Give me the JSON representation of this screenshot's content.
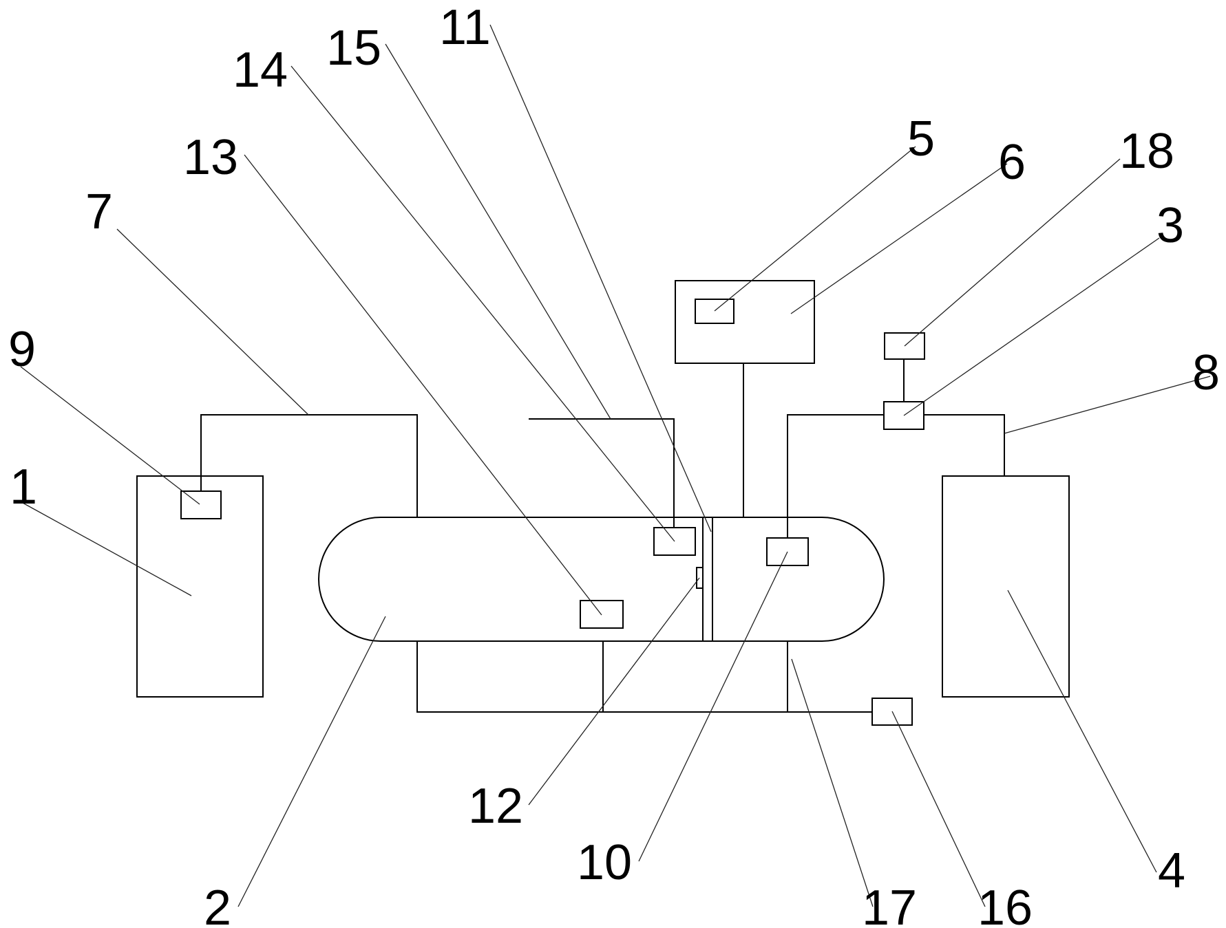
{
  "colors": {
    "line": "#000000",
    "background": "#ffffff"
  },
  "labels": {
    "l1": "1",
    "l2": "2",
    "l3": "3",
    "l4": "4",
    "l5": "5",
    "l6": "6",
    "l7": "7",
    "l8": "8",
    "l9": "9",
    "l10": "10",
    "l11": "11",
    "l12": "12",
    "l13": "13",
    "l14": "14",
    "l15": "15",
    "l16": "16",
    "l17": "17",
    "l18": "18"
  }
}
